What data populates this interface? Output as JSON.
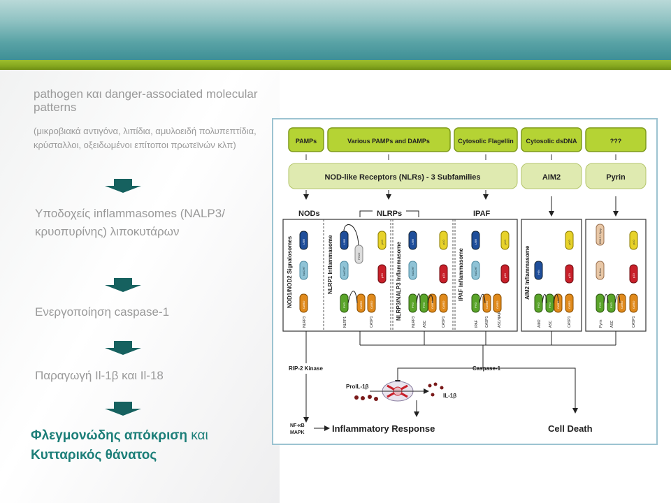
{
  "left": {
    "item1": "pathogen και danger-associated molecular patterns",
    "item1_note": "(μικροβιακά αντιγόνα, λιπίδια, αμυλοειδή πολυπεπτίδια, κρύσταλλοι, οξειδωμένοι επίτοποι πρωτεϊνών κλπ)",
    "item2": "Υποδοχείς inflammasomes (NALP3/κρυοπυρίνης) λιποκυτάρων",
    "item3": "Ενεργοποίηση caspase-1",
    "item4": "Παραγωγή Il-1β και Il-18",
    "item5_bold1": "Φλεγμονώδης απόκριση",
    "item5_normal": " και",
    "item5_bold2": "Κυτταρικός θάνατος"
  },
  "diagram": {
    "top_boxes": [
      "PAMPs",
      "Various PAMPs and DAMPs",
      "Cytosolic Flagellin",
      "Cytosolic dsDNA",
      "???"
    ],
    "receptors": "NOD-like Receptors (NLRs) - 3 Subfamilies",
    "aim2": "AIM2",
    "pyrin": "Pyrin",
    "subfamilies": [
      "NODs",
      "NLRPs",
      "IPAF"
    ],
    "panel_titles": [
      "NOD1/NOD2 Signalosomes",
      "NLRP1 Inflammasome",
      "NLRP3/NALP3 Inflammasome",
      "IPAF Inflammasome",
      "AIM2 Inflammasome"
    ],
    "bottom_labels": {
      "nods": [
        "NLRP3"
      ],
      "nlrp1": [
        "NLRP1",
        "CASP1"
      ],
      "nlrp3": [
        "NLRP3",
        "ASC",
        "CASP1"
      ],
      "ipaf": [
        "IPAF",
        "CASP1",
        "ASC/NAIP"
      ],
      "aim2": [
        "AIM2",
        "ASC",
        "CASP1"
      ],
      "pyrin": [
        "Pyrin",
        "ASC",
        "CASP1"
      ]
    },
    "domains": {
      "lrr": "LRR",
      "nacht": "NACHT",
      "card": "CARD",
      "pyd": "PYD",
      "find": "FIIND",
      "p20": "p20",
      "p10": "p10",
      "hin": "HIN",
      "bbox": "B-Box",
      "b302": "B30.2 / Spry"
    },
    "rip2": "RIP-2 Kinase",
    "caspase1": "Caspase-1",
    "proil": "ProIL-1β",
    "il1b": "IL-1β",
    "nfkb": "NF-κB",
    "mapk": "MAPK",
    "inflammatory": "Inflammatory Response",
    "celldeath": "Cell Death"
  },
  "colors": {
    "header": "#4c9aa0",
    "accent_line": "#86a81f",
    "arrow": "#16615f",
    "title_text": "#1b7e78",
    "green_box": "#b5d334",
    "receptor_box": "#dfeab0"
  }
}
